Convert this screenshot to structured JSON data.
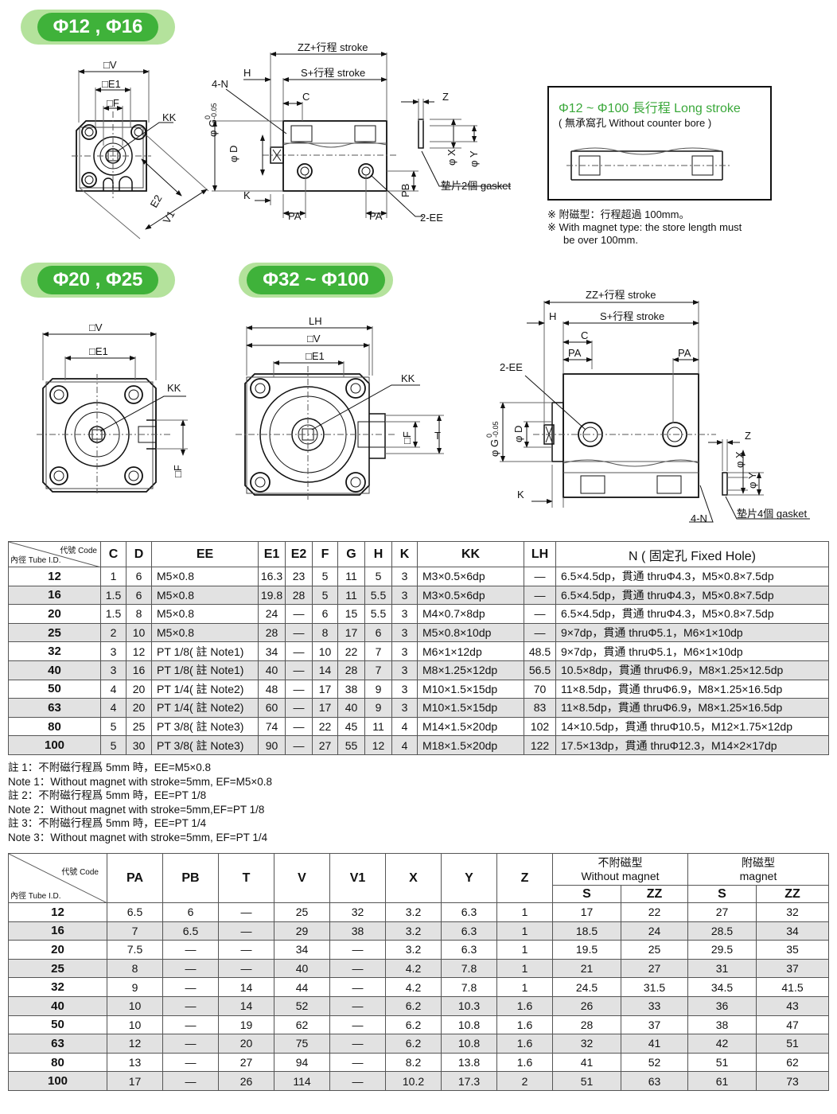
{
  "headers": {
    "h1": "Φ12 , Φ16",
    "h2": "Φ20 , Φ25",
    "h3": "Φ32 ~ Φ100"
  },
  "labels": {
    "sqV": "□V",
    "sqE1": "□E1",
    "sqF": "□F",
    "KK": "KK",
    "E2": "E2",
    "V1": "V1",
    "zz_stroke": "ZZ+行程 stroke",
    "s_stroke": "S+行程 stroke",
    "fourN": "4-N",
    "H": "H",
    "C": "C",
    "Z": "Z",
    "phiG": "φ G",
    "phiG_tol_top": "0",
    "phiG_tol_bot": "-0.05",
    "phiD": "φ D",
    "phiX": "φ X",
    "phiY": "φ Y",
    "K": "K",
    "PA": "PA",
    "PB": "PB",
    "twoEE": "2-EE",
    "gasket2": "墊片2個 gasket",
    "gasket4": "墊片4個 gasket",
    "LH": "LH",
    "T": "T"
  },
  "long_stroke": {
    "title": "Φ12 ~ Φ100 長行程 Long stroke",
    "subtitle": "( 無承窩孔 Without counter bore )",
    "note_cn": "※ 附磁型：行程超過 100mm。",
    "note_en1": "※ With magnet type: the store length must",
    "note_en2": "be over 100mm."
  },
  "table1": {
    "corner_code": "代號 Code",
    "corner_id": "內徑 Tube I.D.",
    "headers": [
      "C",
      "D",
      "EE",
      "E1",
      "E2",
      "F",
      "G",
      "H",
      "K",
      "KK",
      "LH",
      "N ( 固定孔 Fixed Hole)"
    ],
    "rows": [
      [
        "12",
        "1",
        "6",
        "M5×0.8",
        "16.3",
        "23",
        "5",
        "11",
        "5",
        "3",
        "M3×0.5×6dp",
        "—",
        "6.5×4.5dp，貫通 thruΦ4.3，M5×0.8×7.5dp"
      ],
      [
        "16",
        "1.5",
        "6",
        "M5×0.8",
        "19.8",
        "28",
        "5",
        "11",
        "5.5",
        "3",
        "M3×0.5×6dp",
        "—",
        "6.5×4.5dp，貫通 thruΦ4.3，M5×0.8×7.5dp"
      ],
      [
        "20",
        "1.5",
        "8",
        "M5×0.8",
        "24",
        "—",
        "6",
        "15",
        "5.5",
        "3",
        "M4×0.7×8dp",
        "—",
        "6.5×4.5dp，貫通 thruΦ4.3，M5×0.8×7.5dp"
      ],
      [
        "25",
        "2",
        "10",
        "M5×0.8",
        "28",
        "—",
        "8",
        "17",
        "6",
        "3",
        "M5×0.8×10dp",
        "—",
        "9×7dp，貫通 thruΦ5.1，M6×1×10dp"
      ],
      [
        "32",
        "3",
        "12",
        "PT 1/8( 註 Note1)",
        "34",
        "—",
        "10",
        "22",
        "7",
        "3",
        "M6×1×12dp",
        "48.5",
        "9×7dp，貫通 thruΦ5.1，M6×1×10dp"
      ],
      [
        "40",
        "3",
        "16",
        "PT 1/8( 註 Note1)",
        "40",
        "—",
        "14",
        "28",
        "7",
        "3",
        "M8×1.25×12dp",
        "56.5",
        "10.5×8dp，貫通 thruΦ6.9，M8×1.25×12.5dp"
      ],
      [
        "50",
        "4",
        "20",
        "PT 1/4( 註 Note2)",
        "48",
        "—",
        "17",
        "38",
        "9",
        "3",
        "M10×1.5×15dp",
        "70",
        "11×8.5dp，貫通 thruΦ6.9，M8×1.25×16.5dp"
      ],
      [
        "63",
        "4",
        "20",
        "PT 1/4( 註 Note2)",
        "60",
        "—",
        "17",
        "40",
        "9",
        "3",
        "M10×1.5×15dp",
        "83",
        "11×8.5dp，貫通 thruΦ6.9，M8×1.25×16.5dp"
      ],
      [
        "80",
        "5",
        "25",
        "PT 3/8( 註 Note3)",
        "74",
        "—",
        "22",
        "45",
        "11",
        "4",
        "M14×1.5×20dp",
        "102",
        "14×10.5dp，貫通 thruΦ10.5，M12×1.75×12dp"
      ],
      [
        "100",
        "5",
        "30",
        "PT 3/8( 註 Note3)",
        "90",
        "—",
        "27",
        "55",
        "12",
        "4",
        "M18×1.5×20dp",
        "122",
        "17.5×13dp，貫通 thruΦ12.3，M14×2×17dp"
      ]
    ]
  },
  "notes": [
    "註 1：不附磁行程爲 5mm 時，EE=M5×0.8",
    "Note 1：Without magnet with stroke=5mm, EF=M5×0.8",
    "註 2：不附磁行程爲 5mm 時，EE=PT 1/8",
    "Note 2：Without magnet with stroke=5mm,EF=PT 1/8",
    "註 3：不附磁行程爲 5mm 時，EE=PT 1/4",
    "Note 3：Without magnet with stroke=5mm, EF=PT 1/4"
  ],
  "table2": {
    "corner_code": "代號 Code",
    "corner_id": "內徑 Tube I.D.",
    "headers": [
      "PA",
      "PB",
      "T",
      "V",
      "V1",
      "X",
      "Y",
      "Z"
    ],
    "group1_cn": "不附磁型",
    "group1_en": "Without magnet",
    "group2_cn": "附磁型",
    "group2_en": "magnet",
    "sub": [
      "S",
      "ZZ",
      "S",
      "ZZ"
    ],
    "rows": [
      [
        "12",
        "6.5",
        "6",
        "—",
        "25",
        "32",
        "3.2",
        "6.3",
        "1",
        "17",
        "22",
        "27",
        "32"
      ],
      [
        "16",
        "7",
        "6.5",
        "—",
        "29",
        "38",
        "3.2",
        "6.3",
        "1",
        "18.5",
        "24",
        "28.5",
        "34"
      ],
      [
        "20",
        "7.5",
        "—",
        "—",
        "34",
        "—",
        "3.2",
        "6.3",
        "1",
        "19.5",
        "25",
        "29.5",
        "35"
      ],
      [
        "25",
        "8",
        "—",
        "—",
        "40",
        "—",
        "4.2",
        "7.8",
        "1",
        "21",
        "27",
        "31",
        "37"
      ],
      [
        "32",
        "9",
        "—",
        "14",
        "44",
        "—",
        "4.2",
        "7.8",
        "1",
        "24.5",
        "31.5",
        "34.5",
        "41.5"
      ],
      [
        "40",
        "10",
        "—",
        "14",
        "52",
        "—",
        "6.2",
        "10.3",
        "1.6",
        "26",
        "33",
        "36",
        "43"
      ],
      [
        "50",
        "10",
        "—",
        "19",
        "62",
        "—",
        "6.2",
        "10.8",
        "1.6",
        "28",
        "37",
        "38",
        "47"
      ],
      [
        "63",
        "12",
        "—",
        "20",
        "75",
        "—",
        "6.2",
        "10.8",
        "1.6",
        "32",
        "41",
        "42",
        "51"
      ],
      [
        "80",
        "13",
        "—",
        "27",
        "94",
        "—",
        "8.2",
        "13.8",
        "1.6",
        "41",
        "52",
        "51",
        "62"
      ],
      [
        "100",
        "17",
        "—",
        "26",
        "114",
        "—",
        "10.2",
        "17.3",
        "2",
        "51",
        "63",
        "61",
        "73"
      ]
    ]
  }
}
